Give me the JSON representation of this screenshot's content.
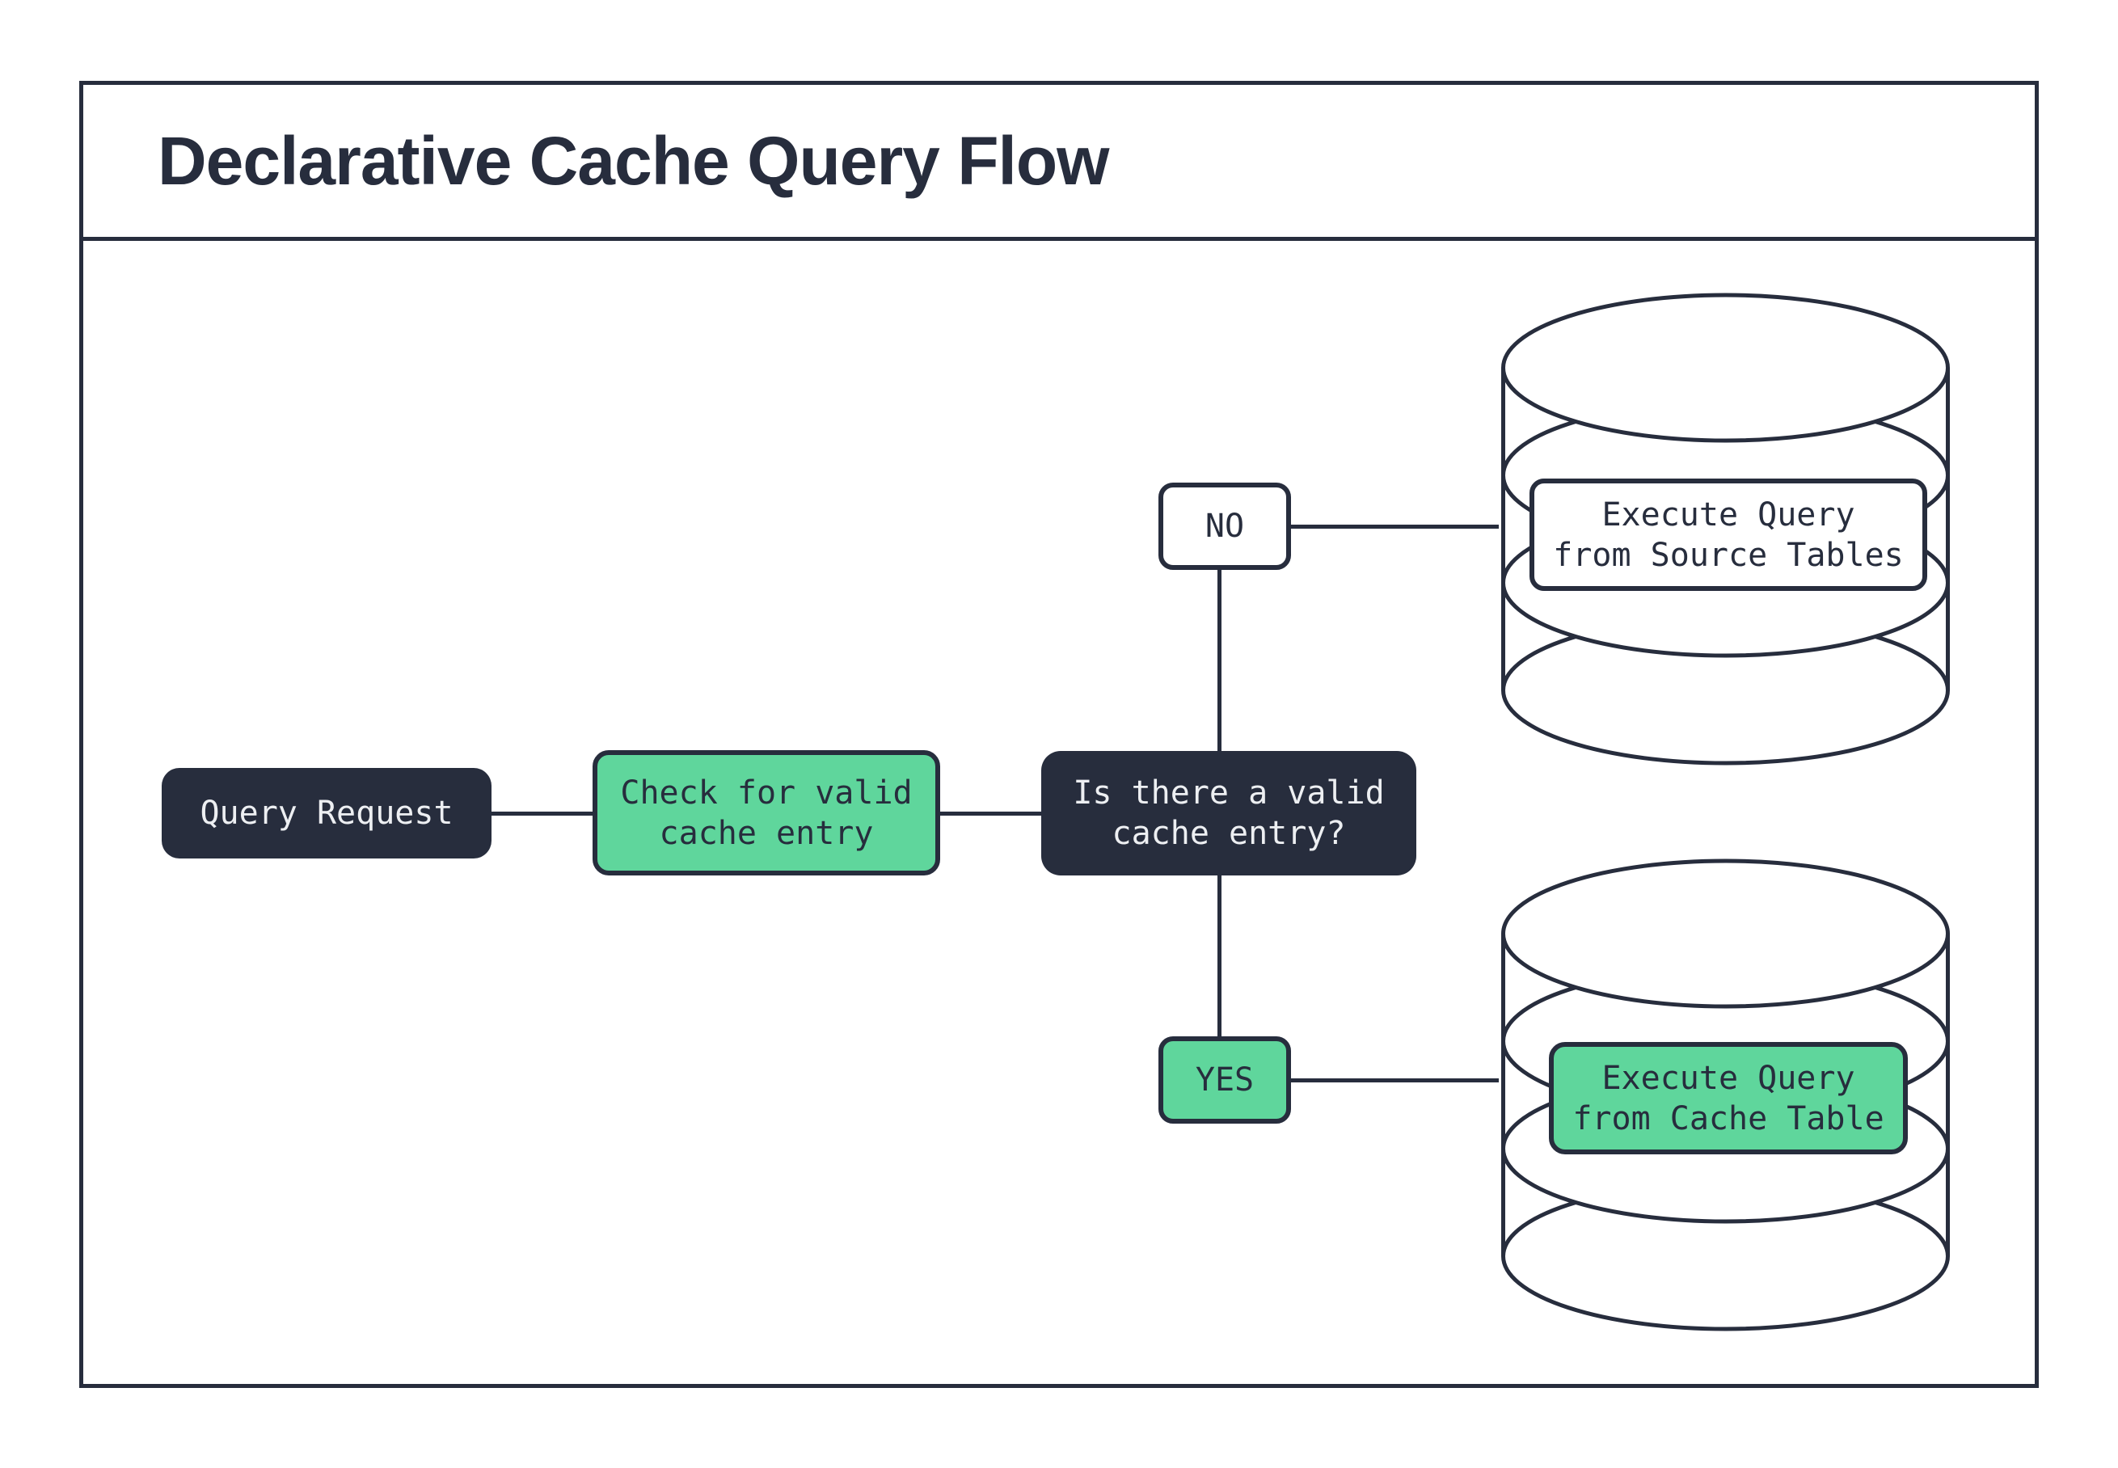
{
  "title": "Declarative Cache Query Flow",
  "flow": {
    "query_request": {
      "label": "Query Request"
    },
    "check_cache": {
      "label": "Check for valid\ncache entry"
    },
    "decision": {
      "label": "Is there a valid\ncache entry?"
    },
    "branch_no": {
      "label": "NO"
    },
    "branch_yes": {
      "label": "YES"
    },
    "source_db": {
      "label": "Execute Query\nfrom Source Tables"
    },
    "cache_db": {
      "label": "Execute Query\nfrom Cache Table"
    }
  },
  "edges": [
    {
      "from": "query_request",
      "to": "check_cache"
    },
    {
      "from": "check_cache",
      "to": "decision"
    },
    {
      "from": "decision",
      "to": "branch_no"
    },
    {
      "from": "branch_no",
      "to": "source_db"
    },
    {
      "from": "decision",
      "to": "branch_yes"
    },
    {
      "from": "branch_yes",
      "to": "cache_db"
    }
  ],
  "colors": {
    "ink": "#272D3D",
    "accent_green": "#5FD69C",
    "paper": "#FFFFFF",
    "light_text": "#EDEFF2"
  }
}
